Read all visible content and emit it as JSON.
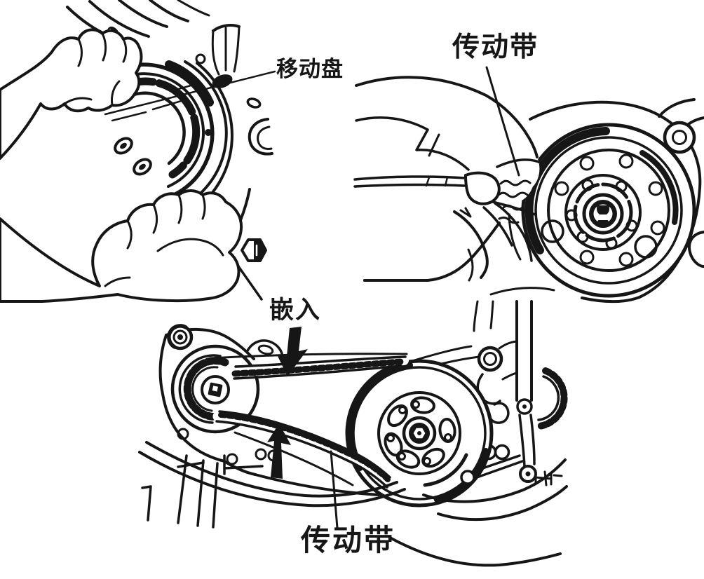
{
  "colors": {
    "background": "#ffffff",
    "ink": "#161616"
  },
  "panels": {
    "top_left": {
      "callout": "移动盘"
    },
    "top_right": {
      "callout": "传动带"
    },
    "bottom": {
      "callout_insert": "嵌入",
      "callout_belt": "传动带"
    }
  },
  "icons": {
    "insert_arrow": "arrow-down-icon",
    "press_arrow": "arrow-up-icon"
  }
}
